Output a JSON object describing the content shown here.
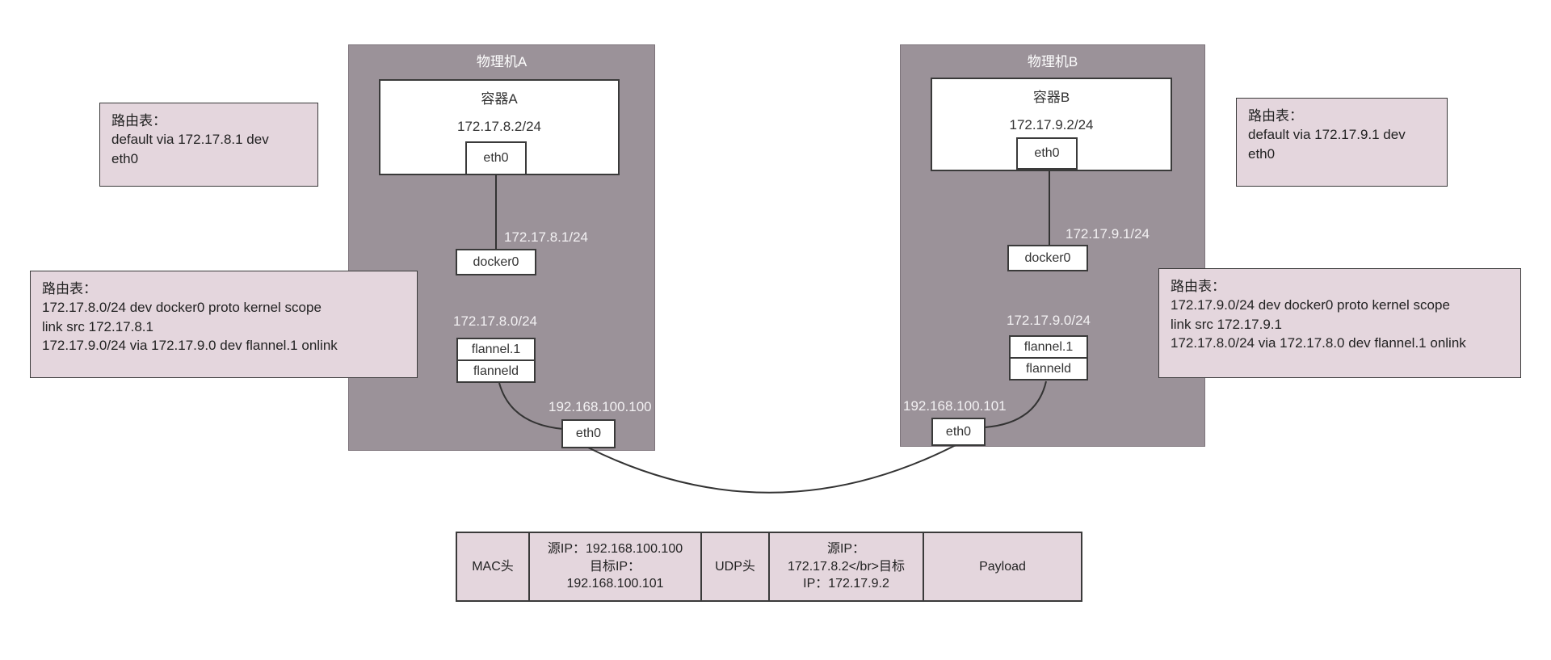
{
  "machines": {
    "a": {
      "title": "物理机A",
      "container": {
        "title": "容器A",
        "ip": "172.17.8.2/24",
        "eth0": "eth0"
      },
      "docker0": "docker0",
      "docker0_ip": "172.17.8.1/24",
      "flannel_subnet": "172.17.8.0/24",
      "flannel1": "flannel.1",
      "flanneld": "flanneld",
      "host_ip": "192.168.100.100",
      "eth0": "eth0"
    },
    "b": {
      "title": "物理机B",
      "container": {
        "title": "容器B",
        "ip": "172.17.9.2/24",
        "eth0": "eth0"
      },
      "docker0": "docker0",
      "docker0_ip": "172.17.9.1/24",
      "flannel_subnet": "172.17.9.0/24",
      "flannel1": "flannel.1",
      "flanneld": "flanneld",
      "host_ip": "192.168.100.101",
      "eth0": "eth0"
    }
  },
  "route_tables": {
    "a_container": "路由表：\ndefault via 172.17.8.1 dev\neth0",
    "b_container": "路由表：\ndefault via 172.17.9.1 dev\neth0",
    "a_host": "路由表：\n172.17.8.0/24 dev docker0  proto kernel  scope\nlink  src 172.17.8.1\n172.17.9.0/24 via 172.17.9.0 dev flannel.1 onlink",
    "b_host": "路由表：\n172.17.9.0/24 dev docker0  proto kernel  scope\nlink  src 172.17.9.1\n172.17.8.0/24 via 172.17.8.0 dev flannel.1 onlink"
  },
  "packet": {
    "cells": [
      "MAC头",
      "源IP：192.168.100.100\n目标IP：\n192.168.100.101",
      "UDP头",
      "源IP：\n172.17.8.2</br>目标\nIP：172.17.9.2",
      "Payload"
    ]
  },
  "colors": {
    "machine_bg": "#9b9299",
    "note_bg": "#e4d6dd",
    "line": "#333333"
  }
}
